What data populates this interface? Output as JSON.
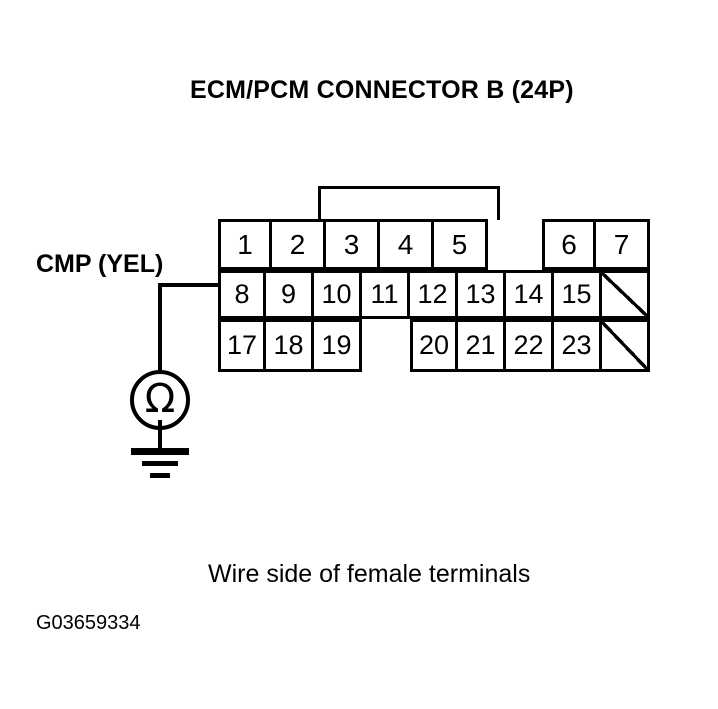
{
  "diagram": {
    "title": "ECM/PCM CONNECTOR B (24P)",
    "probe_label": "CMP (YEL)",
    "caption": "Wire side of female terminals",
    "reference_code": "G03659334",
    "meter": {
      "type": "ohmmeter",
      "symbol": "Ω"
    },
    "ground": {
      "symbol": "chassis-ground"
    },
    "colors": {
      "line": "#000000",
      "background": "#ffffff"
    },
    "connector": {
      "name": "ECM/PCM Connector B",
      "pin_count": "24P",
      "probed_pin": "8",
      "rows": [
        {
          "id": "row-1",
          "cells": [
            {
              "label": "1",
              "blank": false
            },
            {
              "label": "2",
              "blank": false
            },
            {
              "label": "3",
              "blank": false
            },
            {
              "label": "4",
              "blank": false
            },
            {
              "label": "5",
              "blank": false
            },
            {
              "label": "",
              "blank": false,
              "gap": true
            },
            {
              "label": "6",
              "blank": false
            },
            {
              "label": "7",
              "blank": false
            }
          ]
        },
        {
          "id": "row-2",
          "cells": [
            {
              "label": "8",
              "blank": false
            },
            {
              "label": "9",
              "blank": false
            },
            {
              "label": "10",
              "blank": false
            },
            {
              "label": "11",
              "blank": false
            },
            {
              "label": "12",
              "blank": false
            },
            {
              "label": "13",
              "blank": false
            },
            {
              "label": "14",
              "blank": false
            },
            {
              "label": "15",
              "blank": false
            },
            {
              "label": "",
              "blank": true
            }
          ]
        },
        {
          "id": "row-3",
          "cells": [
            {
              "label": "17",
              "blank": false
            },
            {
              "label": "18",
              "blank": false
            },
            {
              "label": "19",
              "blank": false
            },
            {
              "label": "",
              "blank": false,
              "gap": true
            },
            {
              "label": "20",
              "blank": false
            },
            {
              "label": "21",
              "blank": false
            },
            {
              "label": "22",
              "blank": false
            },
            {
              "label": "23",
              "blank": false
            },
            {
              "label": "",
              "blank": true
            }
          ]
        }
      ]
    }
  }
}
